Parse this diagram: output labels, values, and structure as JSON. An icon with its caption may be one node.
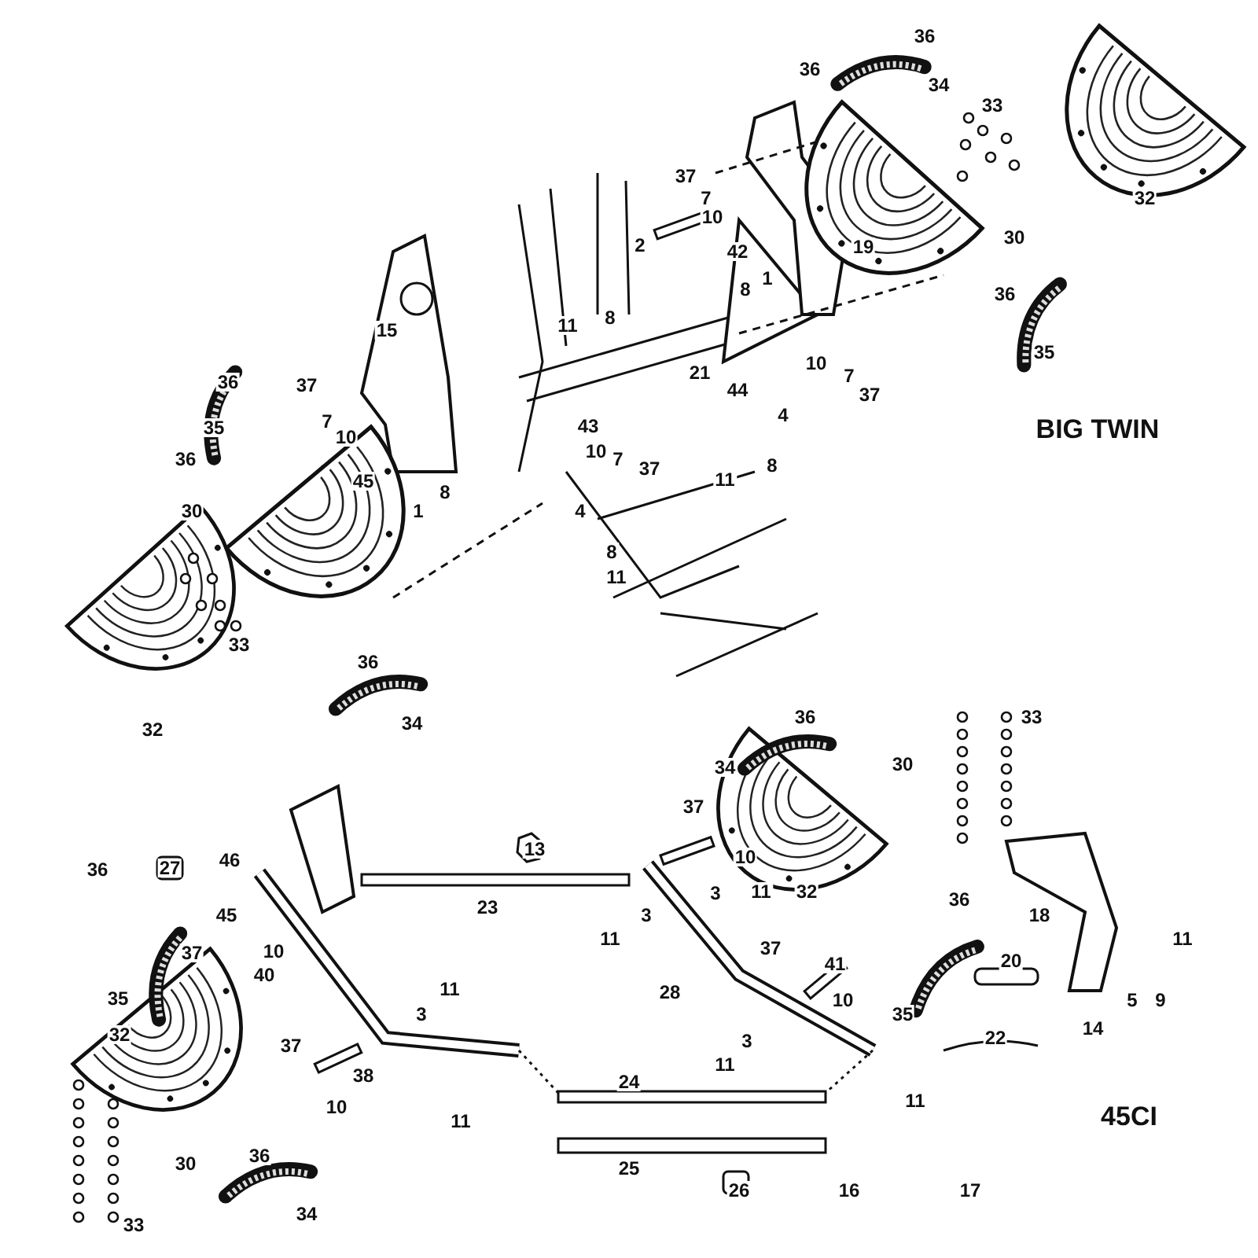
{
  "diagram": {
    "labels": [
      "36",
      "36",
      "34",
      "33",
      "37",
      "7",
      "10",
      "32",
      "42",
      "2",
      "30",
      "19",
      "8",
      "1",
      "36",
      "15",
      "11",
      "8",
      "21",
      "10",
      "7",
      "44",
      "37",
      "35",
      "36",
      "37",
      "4",
      "7",
      "35",
      "10",
      "43",
      "BIG TWIN",
      "36",
      "10",
      "7",
      "37",
      "8",
      "11",
      "45",
      "8",
      "1",
      "30",
      "4",
      "8",
      "11",
      "33",
      "36",
      "34",
      "32",
      "36",
      "33",
      "34",
      "30",
      "37",
      "13",
      "10",
      "46",
      "27",
      "36",
      "3",
      "11",
      "32",
      "36",
      "23",
      "3",
      "45",
      "18",
      "11",
      "11",
      "37",
      "10",
      "37",
      "20",
      "41",
      "40",
      "11",
      "28",
      "35",
      "10",
      "5",
      "9",
      "3",
      "35",
      "14",
      "32",
      "22",
      "3",
      "37",
      "11",
      "38",
      "24",
      "11",
      "10",
      "45CI",
      "11",
      "36",
      "30",
      "25",
      "26",
      "16",
      "17",
      "34",
      "33"
    ]
  }
}
